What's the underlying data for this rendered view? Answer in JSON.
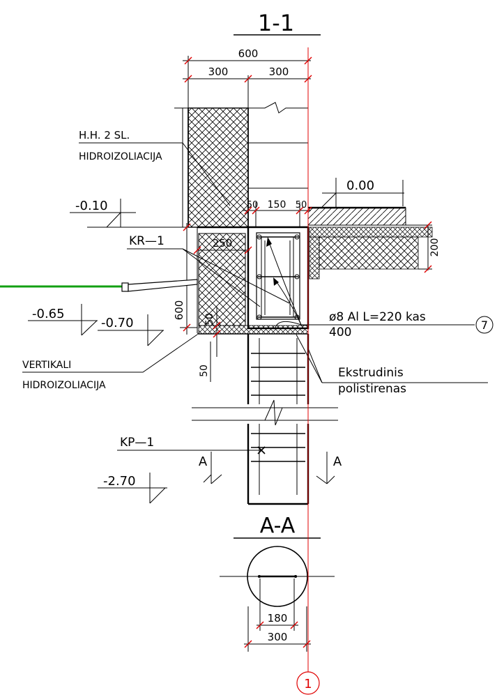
{
  "section_title": "1-1",
  "section_aa_title": "A-A",
  "dims": {
    "top_total": "600",
    "top_left": "300",
    "top_right": "300",
    "beam_left": "50",
    "beam_mid": "150",
    "beam_right": "50",
    "slab_height": "200",
    "insul_width": "250",
    "footing_height": "600",
    "vert_50": "50",
    "bottom_50": "50",
    "aa_inner": "180",
    "aa_outer": "300"
  },
  "levels": {
    "zero": "0.00",
    "l010": "-0.10",
    "l065": "-0.65",
    "l070": "-0.70",
    "l270": "-2.70"
  },
  "labels": {
    "hh_line1": "H.H. 2 SL.",
    "hh_line2": "HIDROIZOLIACIJA",
    "kr": "KR—1",
    "vert_line1": "VERTIKALI",
    "vert_line2": "HIDROIZOLIACIJA",
    "rebar_line1": "ø8 Al L=220 kas",
    "rebar_line2": "400",
    "rebar_tag": "7",
    "ekstr_line1": "Ekstrudinis",
    "ekstr_line2": "polistirenas",
    "kp": "KP—1",
    "cut_a_left": "A",
    "cut_a_right": "A",
    "axis_tag": "1"
  },
  "colors": {
    "dimension_ticks": "#e00000",
    "axis_line": "#e00000",
    "drain_pipe": "#12a012"
  }
}
